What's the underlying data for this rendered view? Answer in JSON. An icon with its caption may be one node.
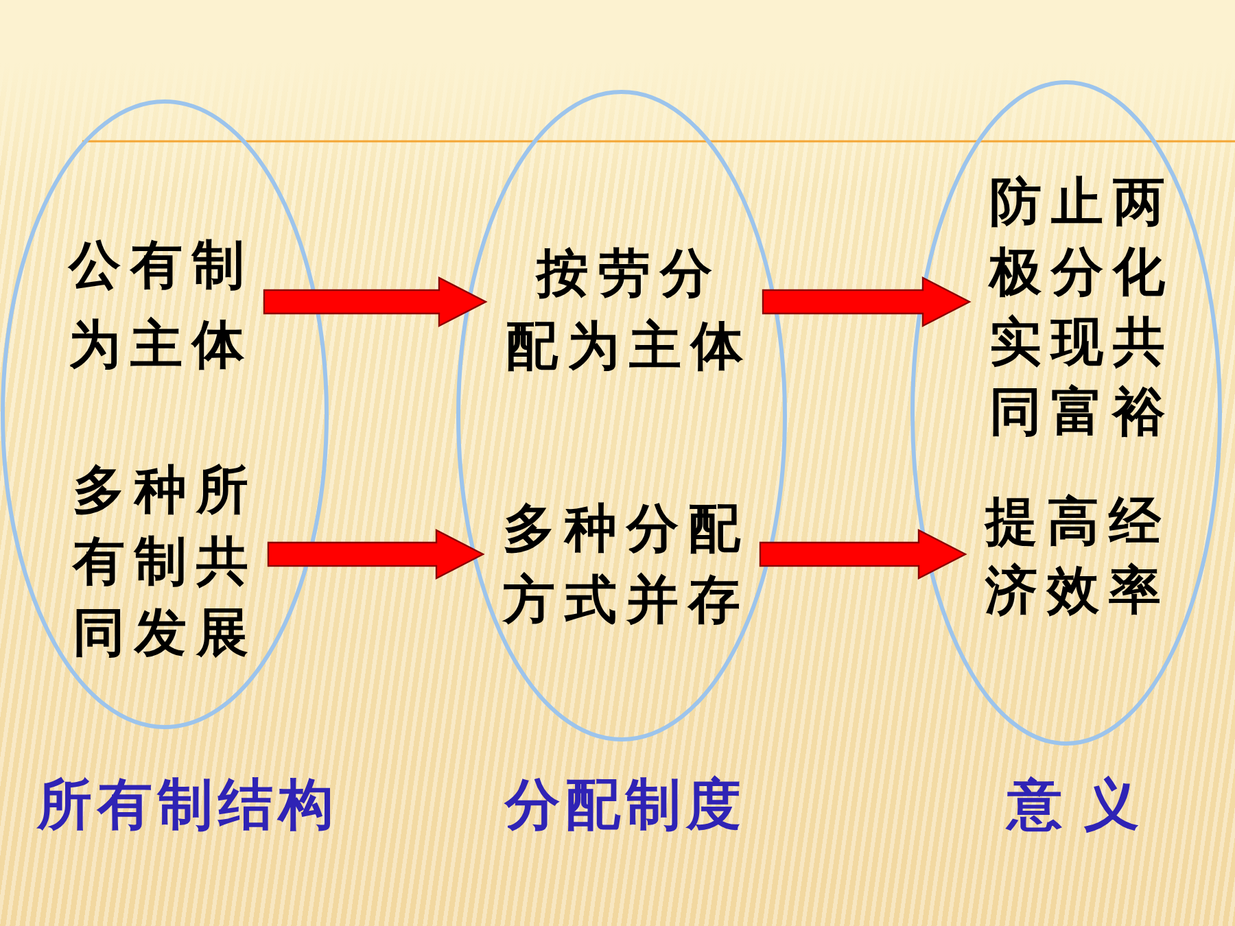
{
  "diagram": {
    "nodes": [
      {
        "text": [
          "所有制结构"
        ]
      },
      {
        "text": [
          "公有制为主体"
        ],
        "in": 0
      },
      {
        "text": [
          "多种所有制共同发展"
        ],
        "in": 0
      },
      {
        "text": [
          "分配制度"
        ]
      },
      {
        "text": [
          "按劳分配为主体"
        ],
        "in": 3
      },
      {
        "text": [
          "多种分配方式并存"
        ],
        "in": 3
      },
      {
        "text": [
          "意义"
        ]
      },
      {
        "text": [
          "防止两极分化实现共同富裕"
        ],
        "in": 6
      },
      {
        "text": [
          "提高经济效率"
        ],
        "in": 6
      }
    ],
    "edges": [
      {
        "from": 1,
        "to": 4,
        "arrow": "to"
      },
      {
        "from": 4,
        "to": 7,
        "arrow": "to"
      },
      {
        "from": 2,
        "to": 5,
        "arrow": "to"
      },
      {
        "from": 5,
        "to": 8,
        "arrow": "to"
      }
    ]
  }
}
